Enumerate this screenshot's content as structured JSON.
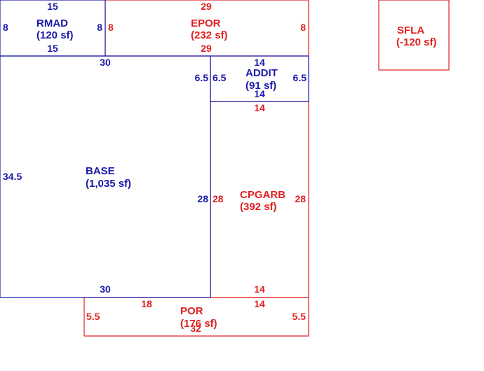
{
  "colors": {
    "living": "#1a1aaa",
    "non_living": "#e02020"
  },
  "areas": [
    {
      "id": "rmad",
      "name": "RMAD",
      "sf": "(120 sf)",
      "color": "living",
      "dims": {
        "top": "15",
        "bottom": "15",
        "left": "8",
        "right": "8"
      }
    },
    {
      "id": "epor",
      "name": "EPOR",
      "sf": "(232 sf)",
      "color": "non_living",
      "dims": {
        "top": "29",
        "bottom": "29",
        "left": "8",
        "right": "8"
      }
    },
    {
      "id": "sfla",
      "name": "SFLA",
      "sf": "(-120 sf)",
      "color": "non_living",
      "dims": {}
    },
    {
      "id": "base",
      "name": "BASE",
      "sf": "(1,035 sf)",
      "color": "living",
      "dims": {
        "top": "30",
        "bottom": "30",
        "left": "34.5",
        "right_upper": "6.5",
        "right_lower": "28"
      }
    },
    {
      "id": "addit",
      "name": "ADDIT",
      "sf": "(91 sf)",
      "color": "living",
      "dims": {
        "top": "14",
        "bottom": "14",
        "left": "6.5",
        "right": "6.5"
      }
    },
    {
      "id": "cpgarb",
      "name": "CPGARB",
      "sf": "(392 sf)",
      "color": "non_living",
      "dims": {
        "top": "14",
        "bottom": "14",
        "left": "28",
        "right": "28"
      }
    },
    {
      "id": "por",
      "name": "POR",
      "sf": "(176 sf)",
      "color": "non_living",
      "dims": {
        "top_left": "18",
        "top_right": "14",
        "bottom": "32",
        "left": "5.5",
        "right": "5.5"
      }
    }
  ]
}
